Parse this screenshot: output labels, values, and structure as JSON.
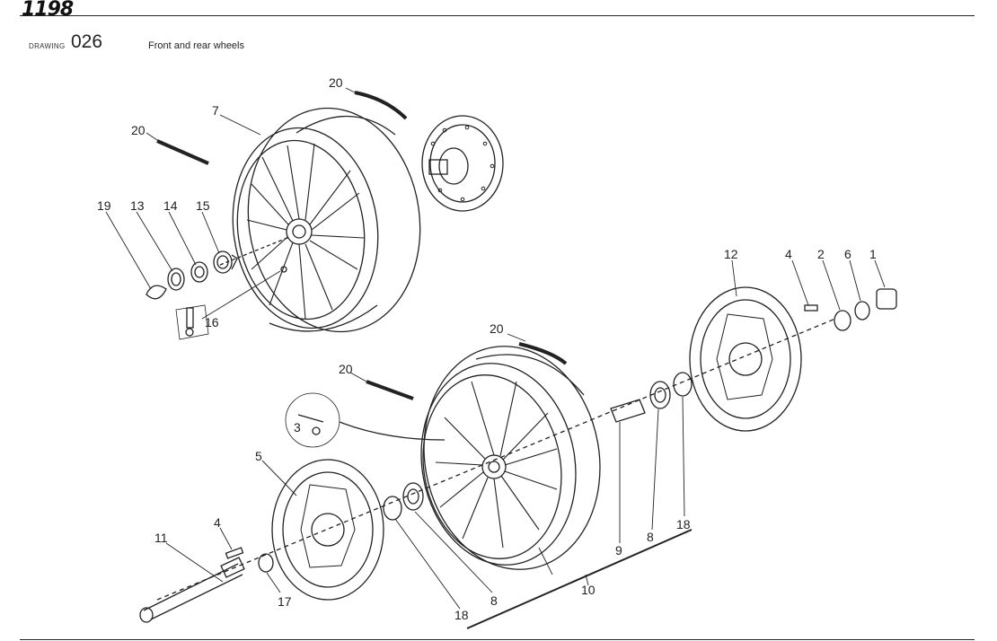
{
  "header": {
    "brand": "1198",
    "drawing_word": "DRAWING",
    "drawing_number": "026",
    "drawing_title": "Front and rear wheels"
  },
  "callouts": {
    "c20a": "20",
    "c7": "7",
    "c20b": "20",
    "c19": "19",
    "c13": "13",
    "c14": "14",
    "c15": "15",
    "c16": "16",
    "c20c": "20",
    "c12": "12",
    "c4a": "4",
    "c2": "2",
    "c6": "6",
    "c1": "1",
    "c20d": "20",
    "c3": "3",
    "c5": "5",
    "c4b": "4",
    "c11": "11",
    "c17": "17",
    "c18a": "18",
    "c8a": "8",
    "c10": "10",
    "c9": "9",
    "c8b": "8",
    "c18b": "18"
  },
  "colors": {
    "line": "#222222",
    "background": "#ffffff"
  }
}
